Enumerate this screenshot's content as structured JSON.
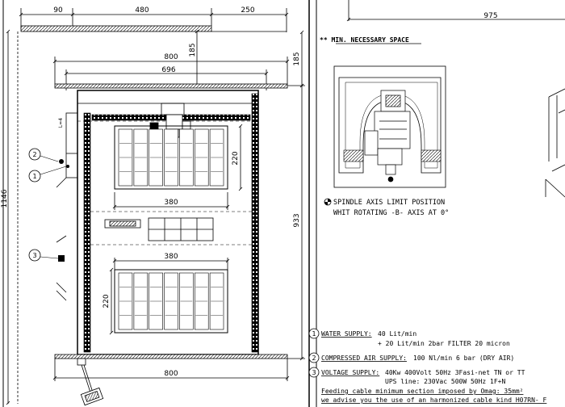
{
  "dimensions": {
    "top_left": "90",
    "top_middle": "480",
    "top_right": "250",
    "top_far_right": "975",
    "width_outer": "800",
    "width_inner": "696",
    "height_right_top": "185",
    "height_right_top2": "185",
    "table_depth_top": "220",
    "table_width_top": "380",
    "table_width_bottom": "380",
    "table_depth_bottom": "220",
    "overall_height": "1146",
    "side_height": "933",
    "width_bottom": "800"
  },
  "notes": {
    "min_space": "** MIN. NECESSARY SPACE",
    "spindle_line1": "SPINDLE AXIS LIMIT POSITION",
    "spindle_line2": "WHIT ROTATING -B- AXIS AT 0°"
  },
  "markers": {
    "m1": "1",
    "m2": "2",
    "m3": "3"
  },
  "supplies": {
    "water_title": "WATER SUPPLY:",
    "water_l1": "40 Lit/min",
    "water_l2": "+ 20 Lit/min 2bar FILTER 20 micron",
    "air_title": "COMPRESSED AIR SUPPLY:",
    "air_value": "100 Nl/min 6 bar (DRY AIR)",
    "voltage_title": "VOLTAGE SUPPLY:",
    "voltage_value": "40Kw 400Volt 50Hz 3Fasi-net TN or TT",
    "ups_line": "UPS line: 230Vac 500W 50Hz 1F+N",
    "cable_line": "Feeding cable minimum section imposed by Omag: 35mm²",
    "advise_line": "we advise you the use of an harmonized cable kind H07RN- F"
  },
  "side_label": "L=4"
}
